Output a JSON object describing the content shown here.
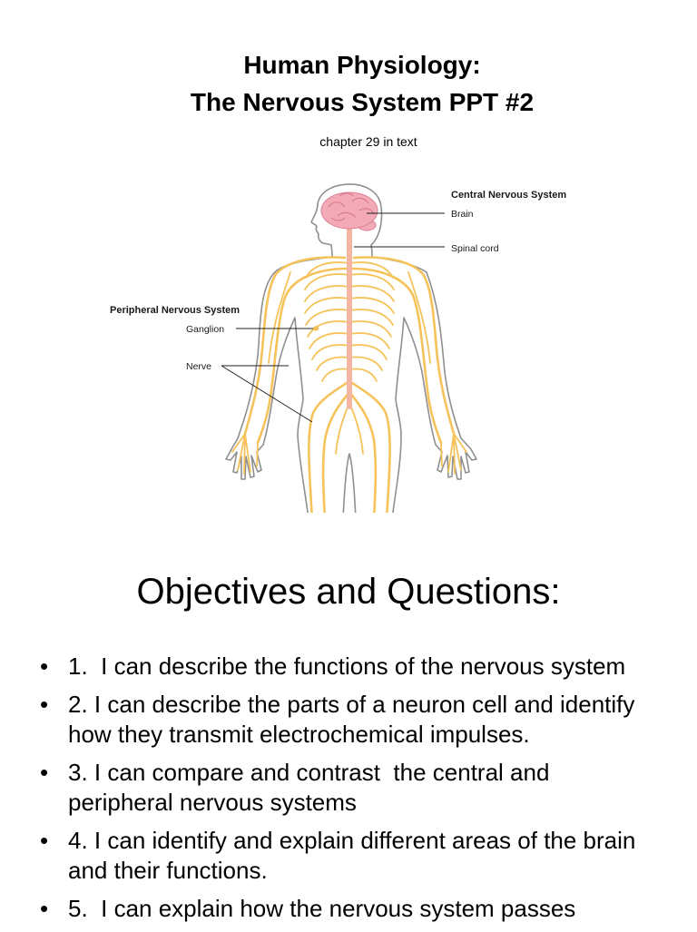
{
  "slide1": {
    "title_line1": "Human Physiology:",
    "title_line2": "The Nervous System PPT #2",
    "subtitle": "chapter 29 in text",
    "figure": {
      "labels": {
        "cns_heading": "Central Nervous System",
        "brain": "Brain",
        "spinal_cord": "Spinal cord",
        "pns_heading": "Peripheral Nervous System",
        "ganglion": "Ganglion",
        "nerve": "Nerve"
      },
      "colors": {
        "nerve": "#f5c35a",
        "brain": "#f3a9b6",
        "outline": "#8f8f8f"
      }
    }
  },
  "slide2": {
    "heading": "Objectives and Questions:",
    "bullets": [
      {
        "lines": [
          "1.  I can describe the functions of the nervous system"
        ]
      },
      {
        "lines": [
          "2. I can describe the parts of a neuron cell and identify",
          "how they transmit electrochemical impulses."
        ]
      },
      {
        "lines": [
          "3. I can compare and contrast  the central and",
          "peripheral nervous systems"
        ]
      },
      {
        "lines": [
          "4. I can identify and explain different areas of the brain",
          "and their functions."
        ]
      },
      {
        "lines": [
          "5.  I can explain how the nervous system passes"
        ]
      }
    ]
  }
}
